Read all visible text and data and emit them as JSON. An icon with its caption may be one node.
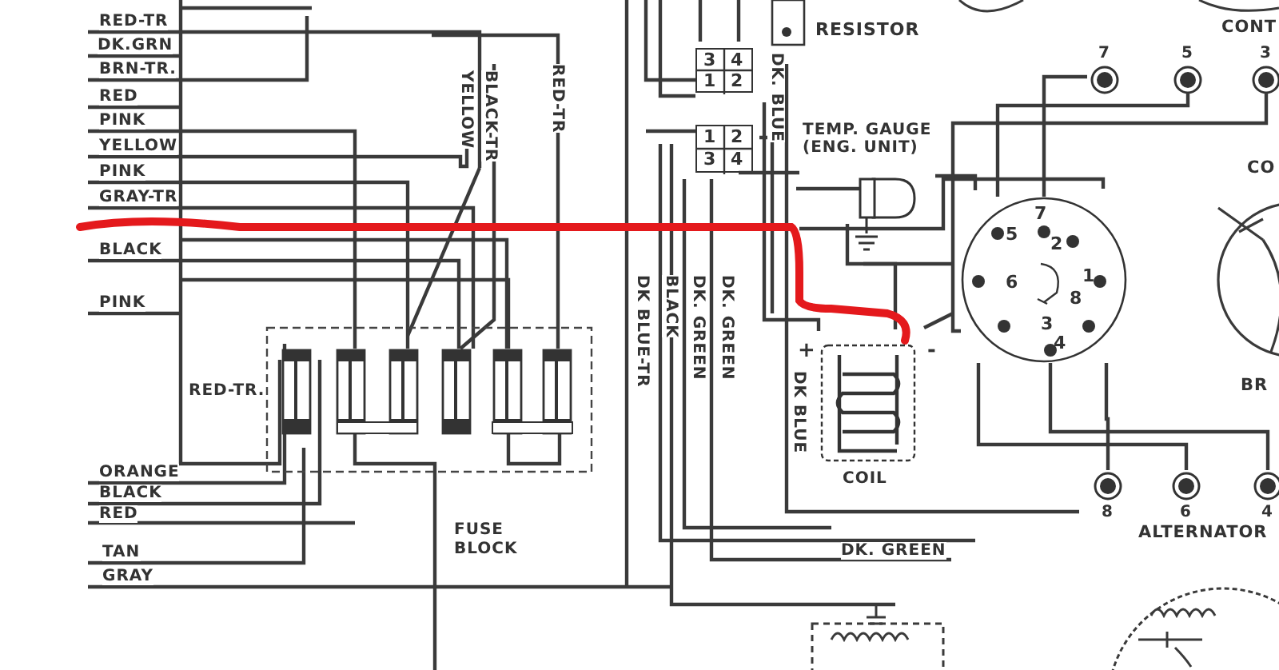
{
  "diagram": {
    "nodes": [
      {
        "text": [
          "3",
          "4",
          "1",
          "2"
        ]
      },
      {
        "text": [
          "1",
          "2",
          "3",
          "4"
        ]
      },
      {
        "text": [
          "RESISTOR"
        ]
      },
      {
        "text": [
          "TEMP. GAUGE (ENG. UNIT)"
        ]
      },
      {
        "text": [
          "COIL"
        ],
        "beside": [
          "+",
          "-"
        ]
      },
      {
        "text": [
          "FUSE BLOCK"
        ]
      },
      {
        "text": [
          "5",
          "7",
          "2",
          "1",
          "6",
          "3",
          "4",
          "8"
        ]
      },
      {
        "text": [
          "7"
        ]
      },
      {
        "text": [
          "5"
        ]
      },
      {
        "text": [
          "3"
        ]
      },
      {
        "text": [
          "8"
        ]
      },
      {
        "text": [
          "6"
        ]
      },
      {
        "text": [
          "4"
        ]
      }
    ],
    "edges": [
      {
        "from": 1,
        "to": 3,
        "arrow": "none"
      },
      {
        "from": 6,
        "to": 7,
        "arrow": "none"
      },
      {
        "from": 6,
        "to": 8,
        "arrow": "none"
      },
      {
        "from": 6,
        "to": 9,
        "arrow": "none"
      },
      {
        "from": 6,
        "to": 10,
        "arrow": "none"
      },
      {
        "from": 6,
        "to": 11,
        "arrow": "none"
      },
      {
        "from": 6,
        "to": 12,
        "arrow": "none"
      }
    ],
    "labels": [
      "RED-TR",
      "DK.GRN",
      "BRN-TR.",
      "RED",
      "PINK",
      "YELLOW",
      "PINK",
      "GRAY-TR",
      "BLACK",
      "PINK",
      "YELLOW",
      "BLACK-TR",
      "RED-TR",
      "DK. BLUE",
      "DK BLUE-TR",
      "BLACK",
      "DK. GREEN",
      "DK. GREEN",
      "DK BLUE",
      "RED-TR.",
      "ORANGE",
      "BLACK",
      "RED",
      "TAN",
      "GRAY",
      "DK. GREEN",
      "ALTERNATOR",
      "CONT",
      "CO",
      "BR"
    ]
  }
}
